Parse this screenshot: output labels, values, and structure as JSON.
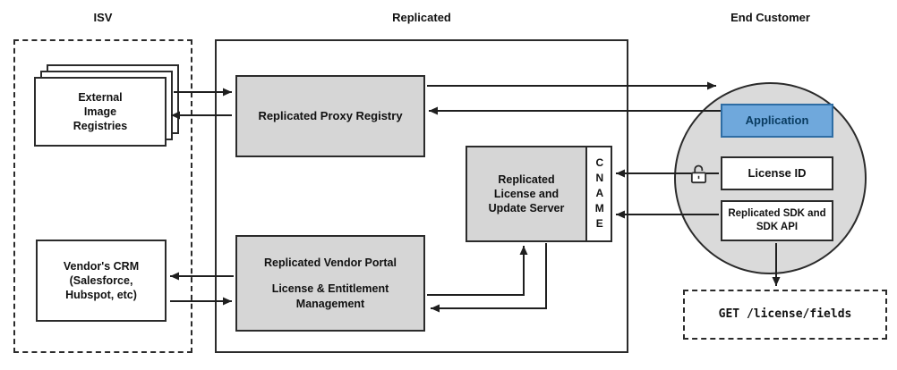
{
  "headers": {
    "isv": "ISV",
    "replicated": "Replicated",
    "end_customer": "End Customer"
  },
  "isv": {
    "external_registries": "External Image Registries",
    "vendor_crm": "Vendor's CRM (Salesforce, Hubspot, etc)"
  },
  "replicated": {
    "proxy_registry": "Replicated Proxy Registry",
    "license_update_server": "Replicated License and Update Server",
    "cname": "CNAME",
    "vendor_portal": "Replicated Vendor Portal",
    "vendor_portal_sub": "License & Entitlement Management"
  },
  "end_customer": {
    "application": "Application",
    "license_id": "License ID",
    "sdk": "Replicated SDK and SDK API",
    "api_endpoint": "GET /license/fields"
  },
  "icons": {
    "unlock": "unlock-icon"
  },
  "colors": {
    "box_gray": "#d6d6d6",
    "circle_gray": "#dadada",
    "application_fill": "#6fa8dc",
    "application_border": "#2e6da4",
    "application_text": "#0a3c61",
    "line": "#1f1f1f"
  }
}
